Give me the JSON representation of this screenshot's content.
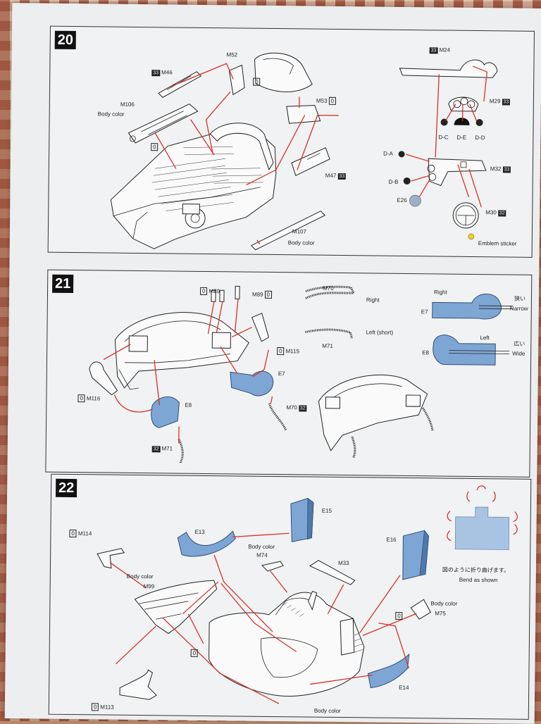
{
  "steps": [
    {
      "number": "20",
      "labels": {
        "m52": "M52",
        "m46": "M46",
        "m106": "M106",
        "body_color_1": "Body color",
        "zero_m52": "0",
        "zero_m106": "0",
        "m53": "M53",
        "zero_m53": "0",
        "m47": "M47",
        "m107": "M107",
        "body_color_2": "Body color",
        "m24": "M24",
        "m29": "M29",
        "dc": "D-C",
        "de": "D-E",
        "dd": "D-D",
        "da": "D-A",
        "db": "D-B",
        "m32": "M32",
        "e26": "E26",
        "m30": "M30",
        "emblem": "Emblem sticker",
        "mark_33": "33",
        "mark_32": "32"
      }
    },
    {
      "number": "21",
      "labels": {
        "m89_left": "M89",
        "m89_right": "M89",
        "zero": "0",
        "m70": "M70",
        "right": "Right",
        "m71": "M71",
        "left_short": "Left (short)",
        "m115": "M115",
        "e7": "E7",
        "m116": "M116",
        "e8": "E8",
        "m70b": "M70",
        "m71b": "M71",
        "mark_32": "32",
        "legend_right": "Right",
        "legend_e7": "E7",
        "narrow_jp": "狭い",
        "narrow": "Narrow",
        "legend_left": "Left",
        "legend_e8": "E8",
        "wide_jp": "広い",
        "wide": "Wide"
      }
    },
    {
      "number": "22",
      "labels": {
        "m114": "M114",
        "zero": "0",
        "e13": "E13",
        "e15": "E15",
        "body_color_m74": "Body color",
        "m74": "M74",
        "m33": "M33",
        "e16": "E16",
        "body_color_m99": "Body color",
        "m99": "M99",
        "bend_jp": "図のように折り曲げます。",
        "bend_en": "Bend as shown",
        "body_color_m75": "Body color",
        "m75": "M75",
        "e14": "E14",
        "m113": "M113",
        "body_color_bottom": "Body color"
      }
    }
  ],
  "colors": {
    "arrow": "#d9302a",
    "decal_blue": "#7ea6d4",
    "sticker_yellow": "#f1d21a"
  }
}
